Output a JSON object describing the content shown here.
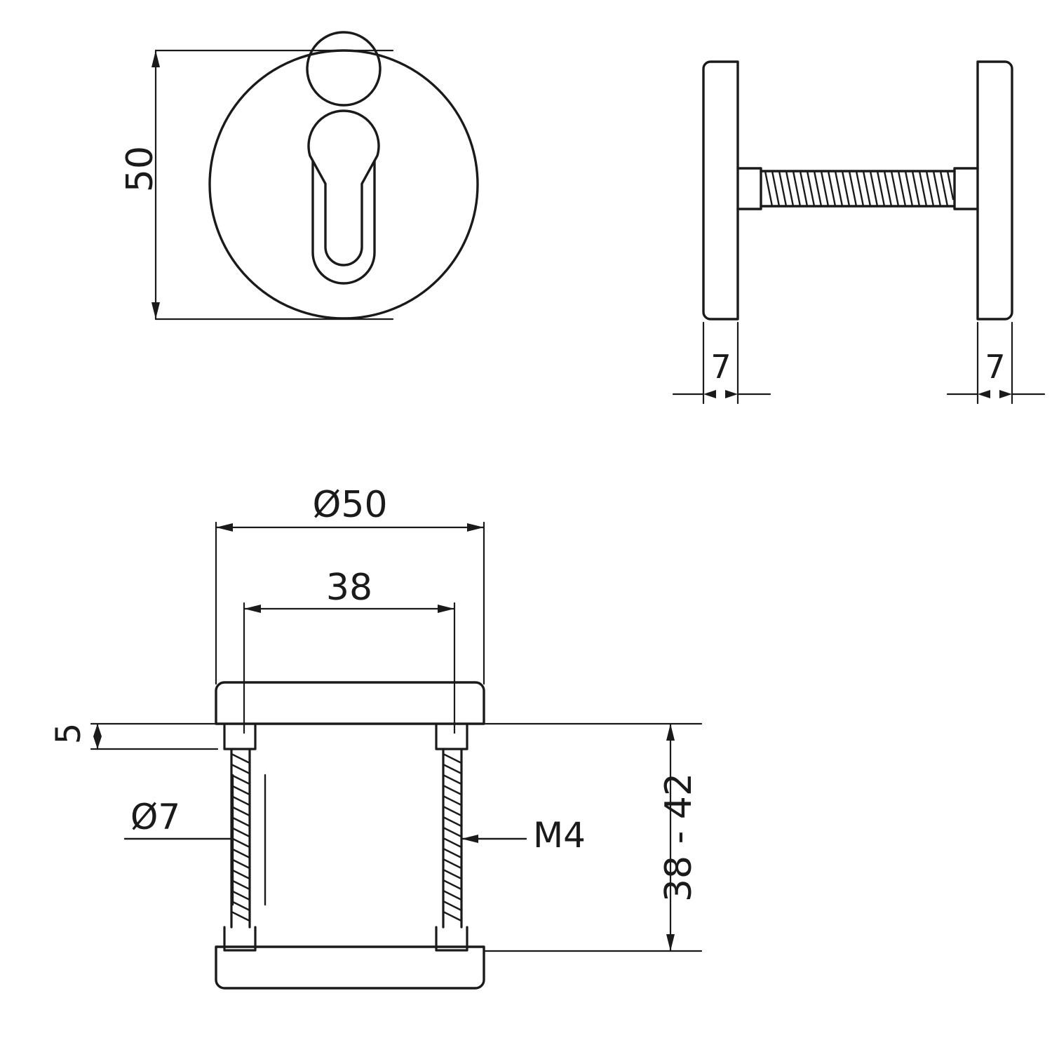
{
  "drawing": {
    "title": "Technical drawing - euro profile cylinder escutcheon / rosette with fixing bolts",
    "line_color": "#1a1a1a",
    "background_color": "#ffffff",
    "views": [
      {
        "name": "front-view",
        "description": "Round escutcheon front view with euro profile cylinder keyhole"
      },
      {
        "name": "side-view",
        "description": "Side view of two rosettes joined by a threaded bolt"
      },
      {
        "name": "section-view",
        "description": "Section view of rosette pair with two M4 bolts"
      }
    ]
  },
  "dimensions": {
    "front_height": "50",
    "side_left_thickness": "7",
    "side_right_thickness": "7",
    "section_diameter": "Ø50",
    "section_bolt_spacing": "38",
    "section_plate_thickness": "5",
    "section_hole_diameter": "Ø7",
    "section_thread": "M4",
    "section_length_range": "38 - 42"
  }
}
